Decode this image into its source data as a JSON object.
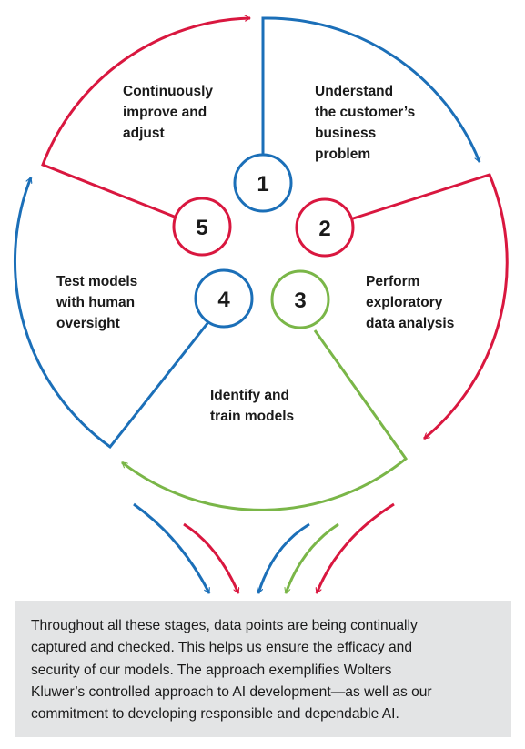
{
  "colors": {
    "blue": "#1b6fb8",
    "red": "#d9173f",
    "green": "#7ab648",
    "text": "#1a1a1a",
    "box": "#e3e4e5"
  },
  "stages": [
    {
      "number": "1",
      "color": "blue",
      "lines": [
        "Understand",
        "the customer’s",
        "business",
        "problem"
      ]
    },
    {
      "number": "2",
      "color": "red",
      "lines": [
        "Perform",
        "exploratory",
        "data analysis"
      ]
    },
    {
      "number": "3",
      "color": "green",
      "lines": [
        "Identify and",
        "train models"
      ]
    },
    {
      "number": "4",
      "color": "blue",
      "lines": [
        "Test models",
        "with human",
        "oversight"
      ]
    },
    {
      "number": "5",
      "color": "red",
      "lines": [
        "Continuously",
        "improve and",
        "adjust"
      ]
    }
  ],
  "converging_arrows": [
    "blue",
    "red",
    "blue",
    "green",
    "red"
  ],
  "note": {
    "lines": [
      "Throughout all these stages, data points are being continually",
      "captured and checked. This helps us ensure the efficacy and",
      "security of our models. The approach exemplifies Wolters",
      "Kluwer’s controlled approach to AI development—as well as our",
      "commitment to developing responsible and dependable AI."
    ]
  }
}
